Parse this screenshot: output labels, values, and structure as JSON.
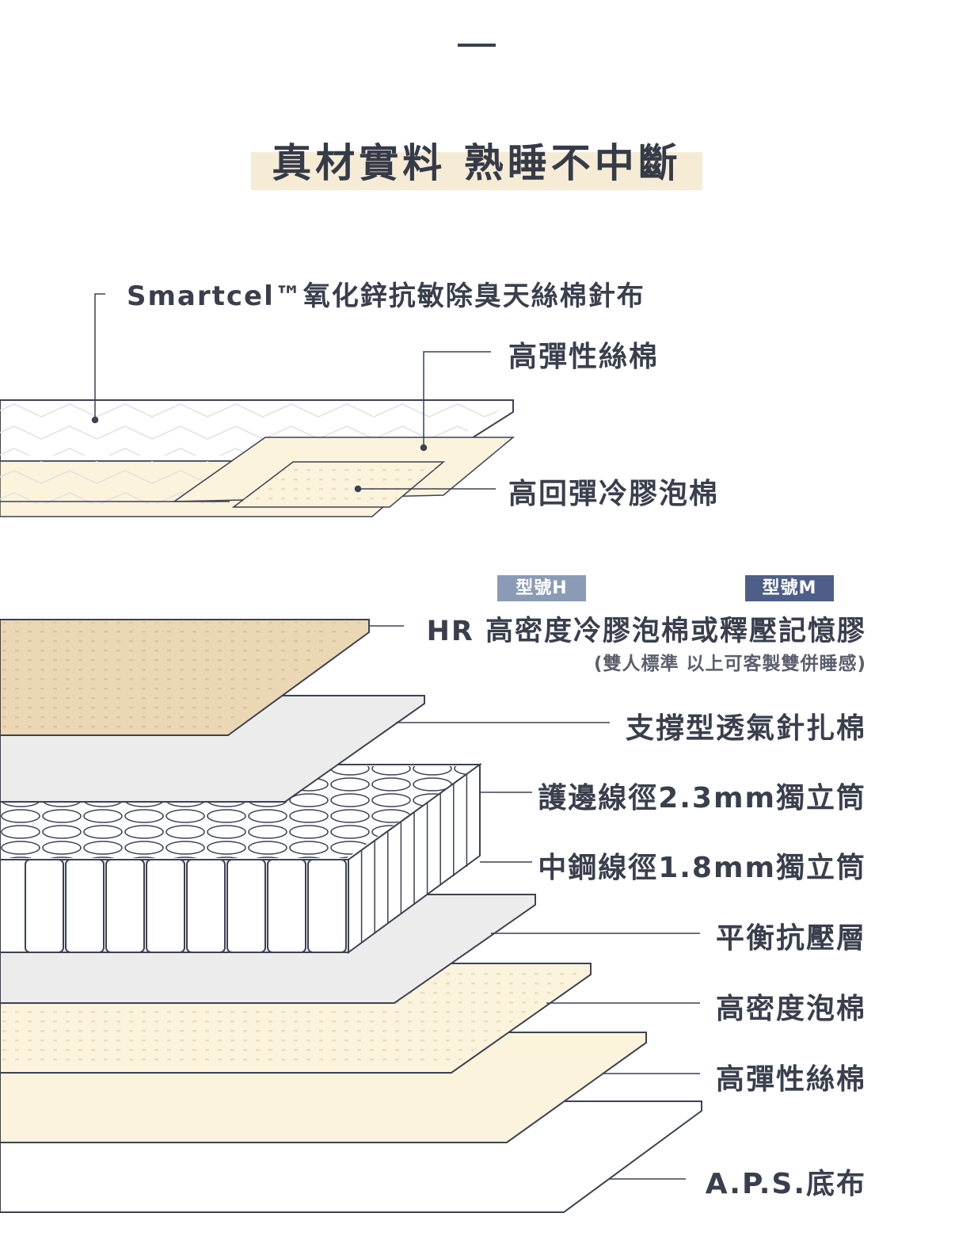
{
  "heading": {
    "dash": "—",
    "title": "真材實料 熟睡不中斷"
  },
  "top_section": {
    "labels": [
      "Smartcel™氧化鋅抗敏除臭天絲棉針布",
      "高彈性絲棉",
      "高回彈冷膠泡棉"
    ]
  },
  "models": {
    "h": "型號H",
    "m": "型號M"
  },
  "bottom_section": {
    "hr_label": "HR 高密度冷膠泡棉或釋壓記憶膠",
    "hr_note": "(雙人標準 以上可客製雙併睡感)",
    "labels": [
      "支撐型透氣針扎棉",
      "護邊線徑2.3mm獨立筒",
      "中鋼線徑1.8mm獨立筒",
      "平衡抗壓層",
      "高密度泡棉",
      "高彈性絲棉",
      "A.P.S.底布"
    ]
  },
  "colors": {
    "ink": "#3a3f4d",
    "title_highlight": "#f6ecd6",
    "badge_h": "#8a9bb5",
    "badge_m": "#4d5e88",
    "cream": "#fbf3dc",
    "tan": "#ecd7b4",
    "grey_layer": "#ececec"
  }
}
